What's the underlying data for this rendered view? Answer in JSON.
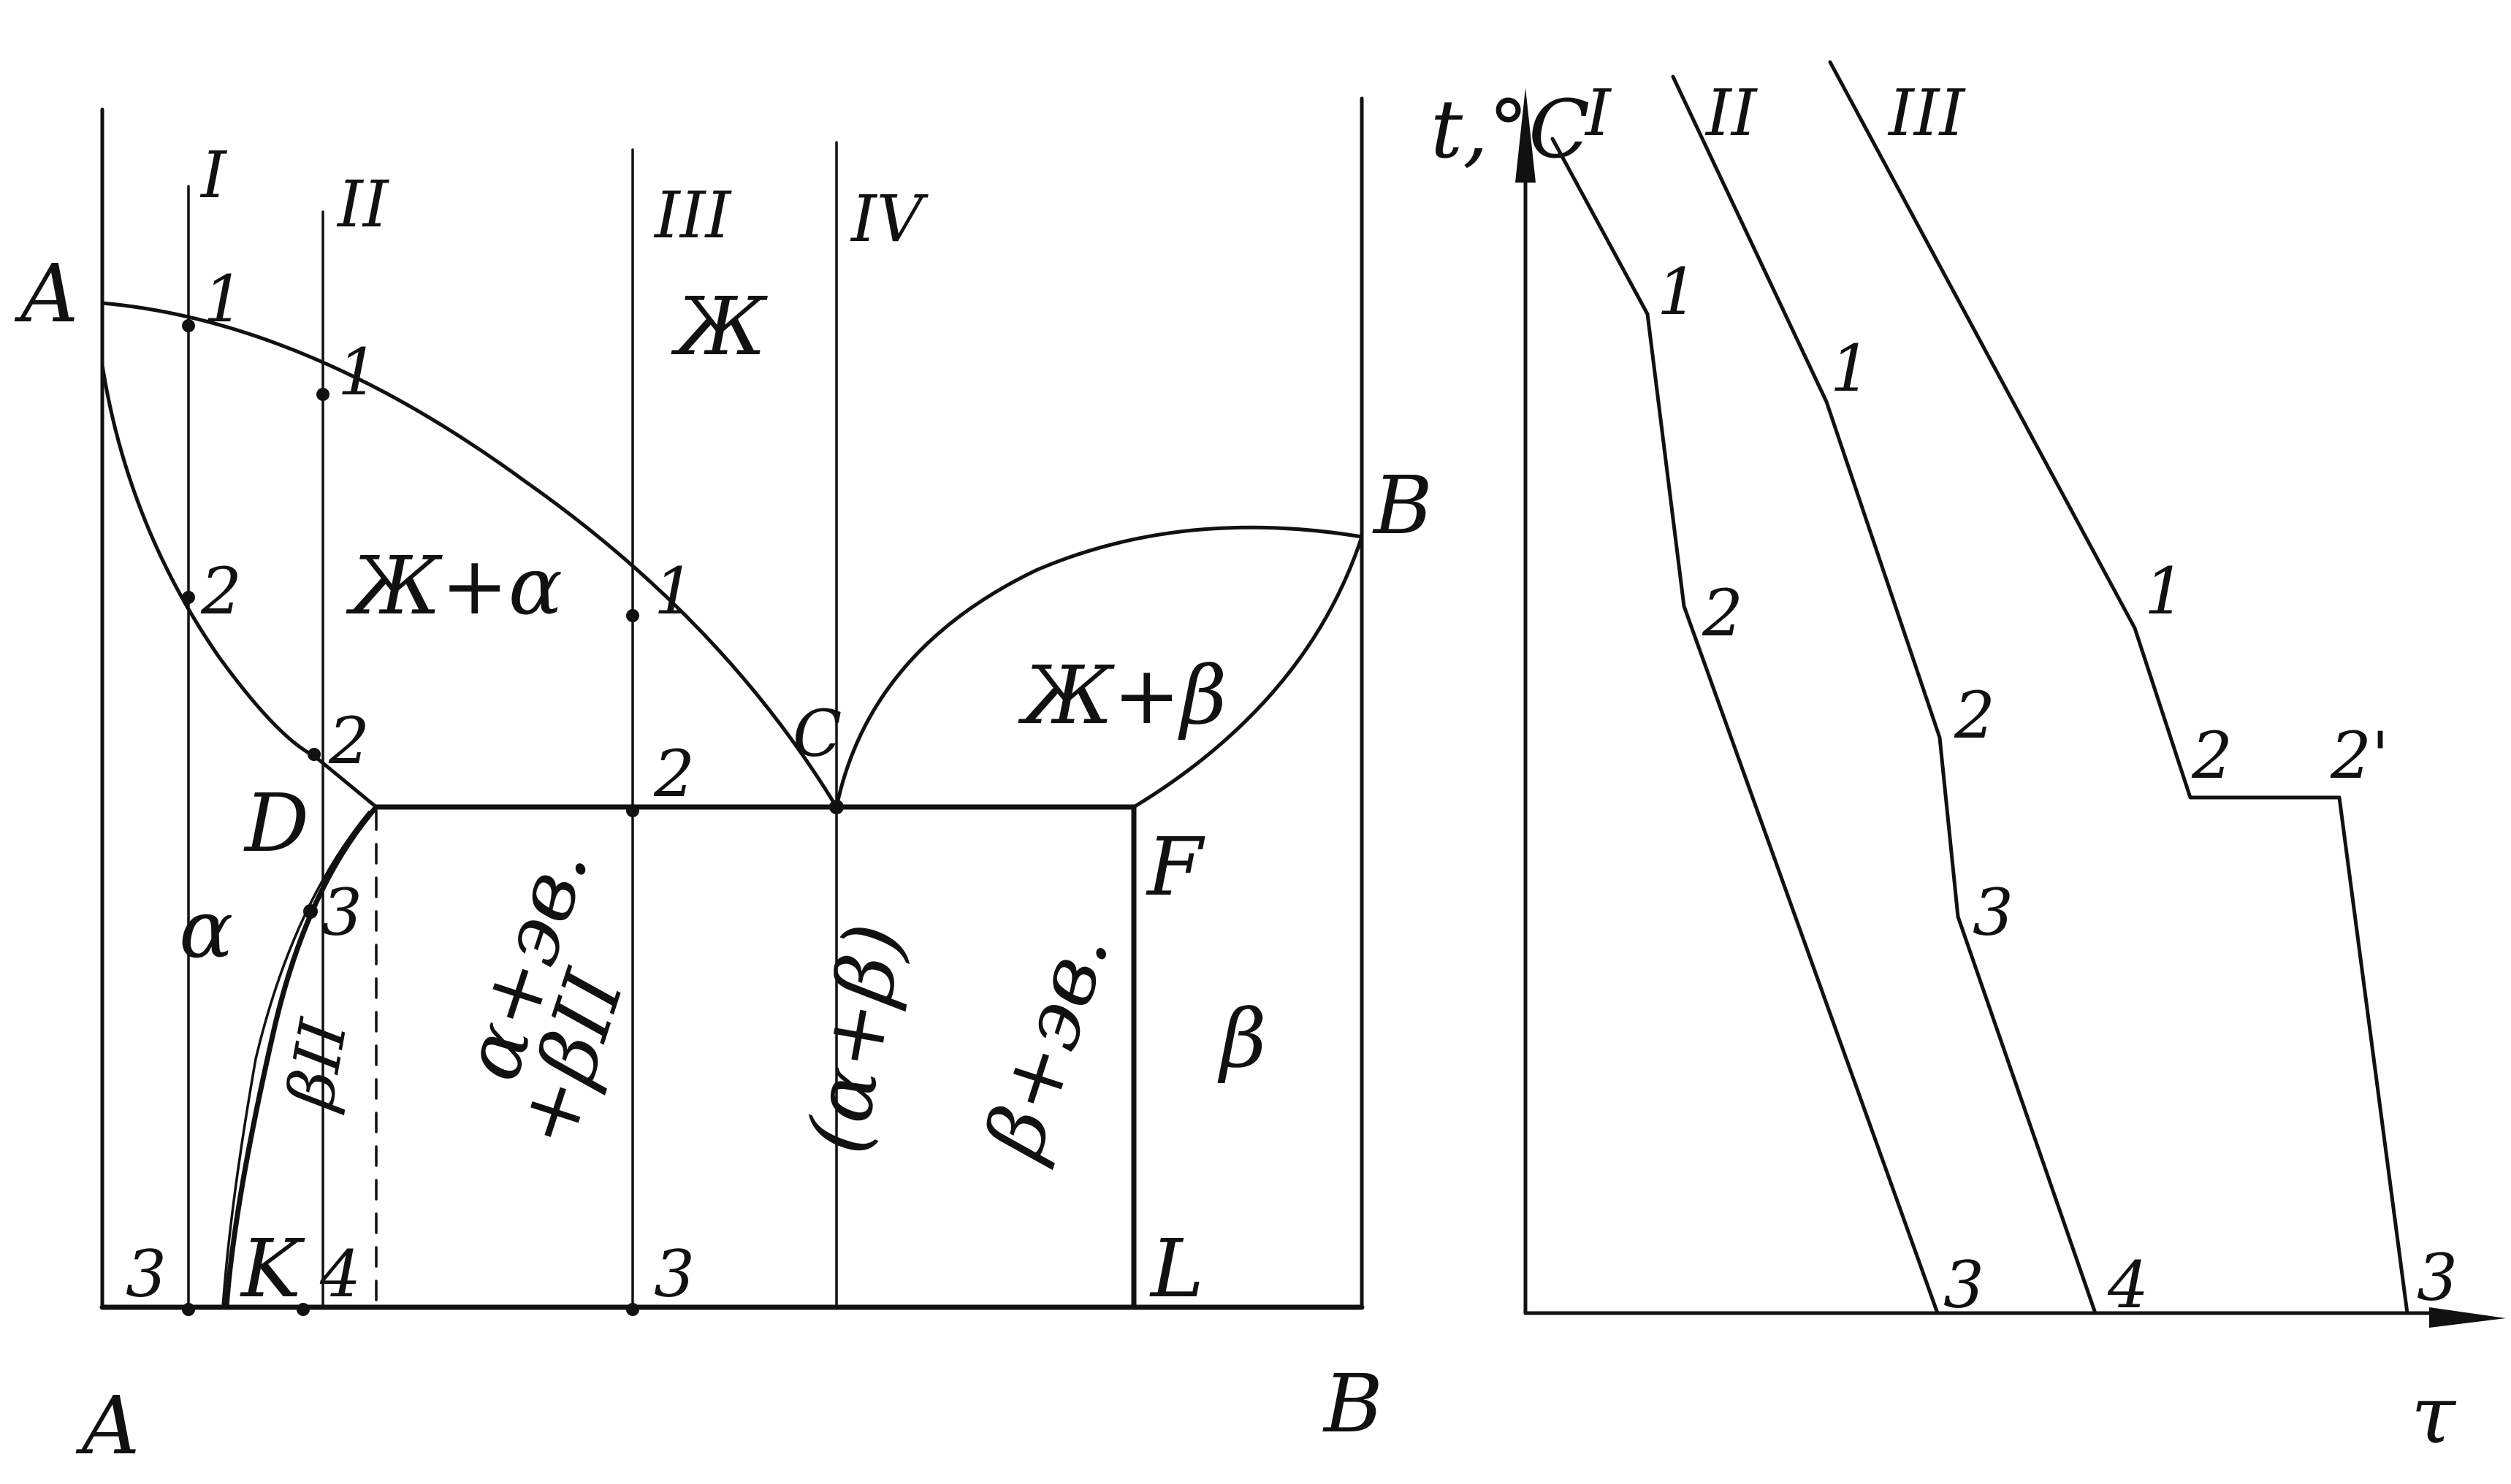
{
  "phase_diagram": {
    "bottom_left": "A",
    "bottom_right": "B",
    "top_left": "A",
    "top_right": "B",
    "roman_lines": [
      "I",
      "II",
      "III",
      "IV"
    ],
    "region_liquid": "Ж",
    "region_liquid_alpha": "Ж+α",
    "region_liquid_beta": "Ж+β",
    "region_alpha": "α",
    "region_beta": "β",
    "region_beta_secondary": "βII",
    "region_alpha_eutectic_1": "α+эв.",
    "region_alpha_eutectic_2": "+βII",
    "region_eutectic_in_parens": "(α+β)",
    "region_beta_eutectic": "β+эв.",
    "point_C": "C",
    "point_D": "D",
    "point_F": "F",
    "point_K": "K",
    "point_L": "L",
    "pts": {
      "I_1": "1",
      "I_2": "2",
      "I_3": "3",
      "II_1": "1",
      "II_2": "2",
      "II_3": "3",
      "II_4": "4",
      "III_1": "1",
      "III_2": "2",
      "III_3": "3"
    }
  },
  "cooling_curves": {
    "y_axis": "t,°C",
    "x_axis": "τ",
    "curve_names": [
      "I",
      "II",
      "III"
    ],
    "curve_I_points": [
      "1",
      "2",
      "3"
    ],
    "curve_II_points": [
      "1",
      "2",
      "3",
      "4"
    ],
    "curve_III_points": [
      "1",
      "2",
      "2'",
      "3"
    ]
  }
}
